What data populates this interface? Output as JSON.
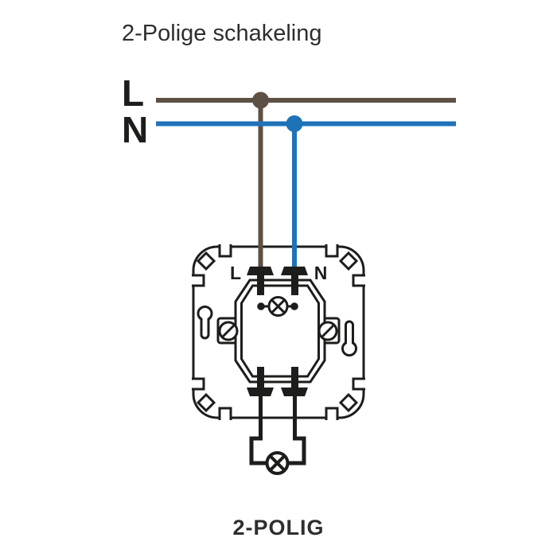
{
  "title": "2-Polige schakeling",
  "caption": "2-POLIG",
  "supply": {
    "line_label": "L",
    "neutral_label": "N",
    "line_color": "#5d5045",
    "neutral_color": "#1e72b8"
  },
  "mechanism": {
    "terminal_line_label": "L",
    "terminal_neutral_label": "N"
  },
  "colors": {
    "outline": "#1d1d1b",
    "text": "#2e2e2e",
    "background": "#ffffff"
  }
}
